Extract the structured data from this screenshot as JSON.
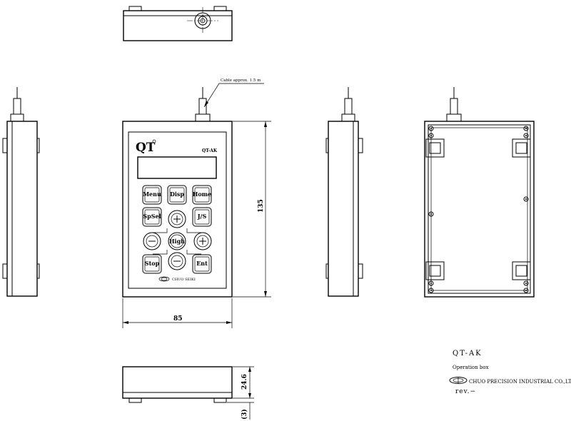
{
  "front": {
    "logo": "QT",
    "model": "QT-AK",
    "brand": "CHUO SEIKI",
    "cable_note": "Cable approx. 1.5 m",
    "keys": {
      "menu": "Menu",
      "disp": "Disp",
      "home": "Home",
      "spsel": "SpSel",
      "js": "J/S",
      "high": "High",
      "stop": "Stop",
      "ent": "Ent"
    }
  },
  "dimensions": {
    "width": "85",
    "height": "135",
    "depth": "24.6",
    "foot": "(3)"
  },
  "title_block": {
    "model": "QT-AK",
    "description": "Operation box",
    "company": "CHUO PRECISION INDUSTRIAL CO.,LTD.",
    "revision": "rev.−"
  }
}
